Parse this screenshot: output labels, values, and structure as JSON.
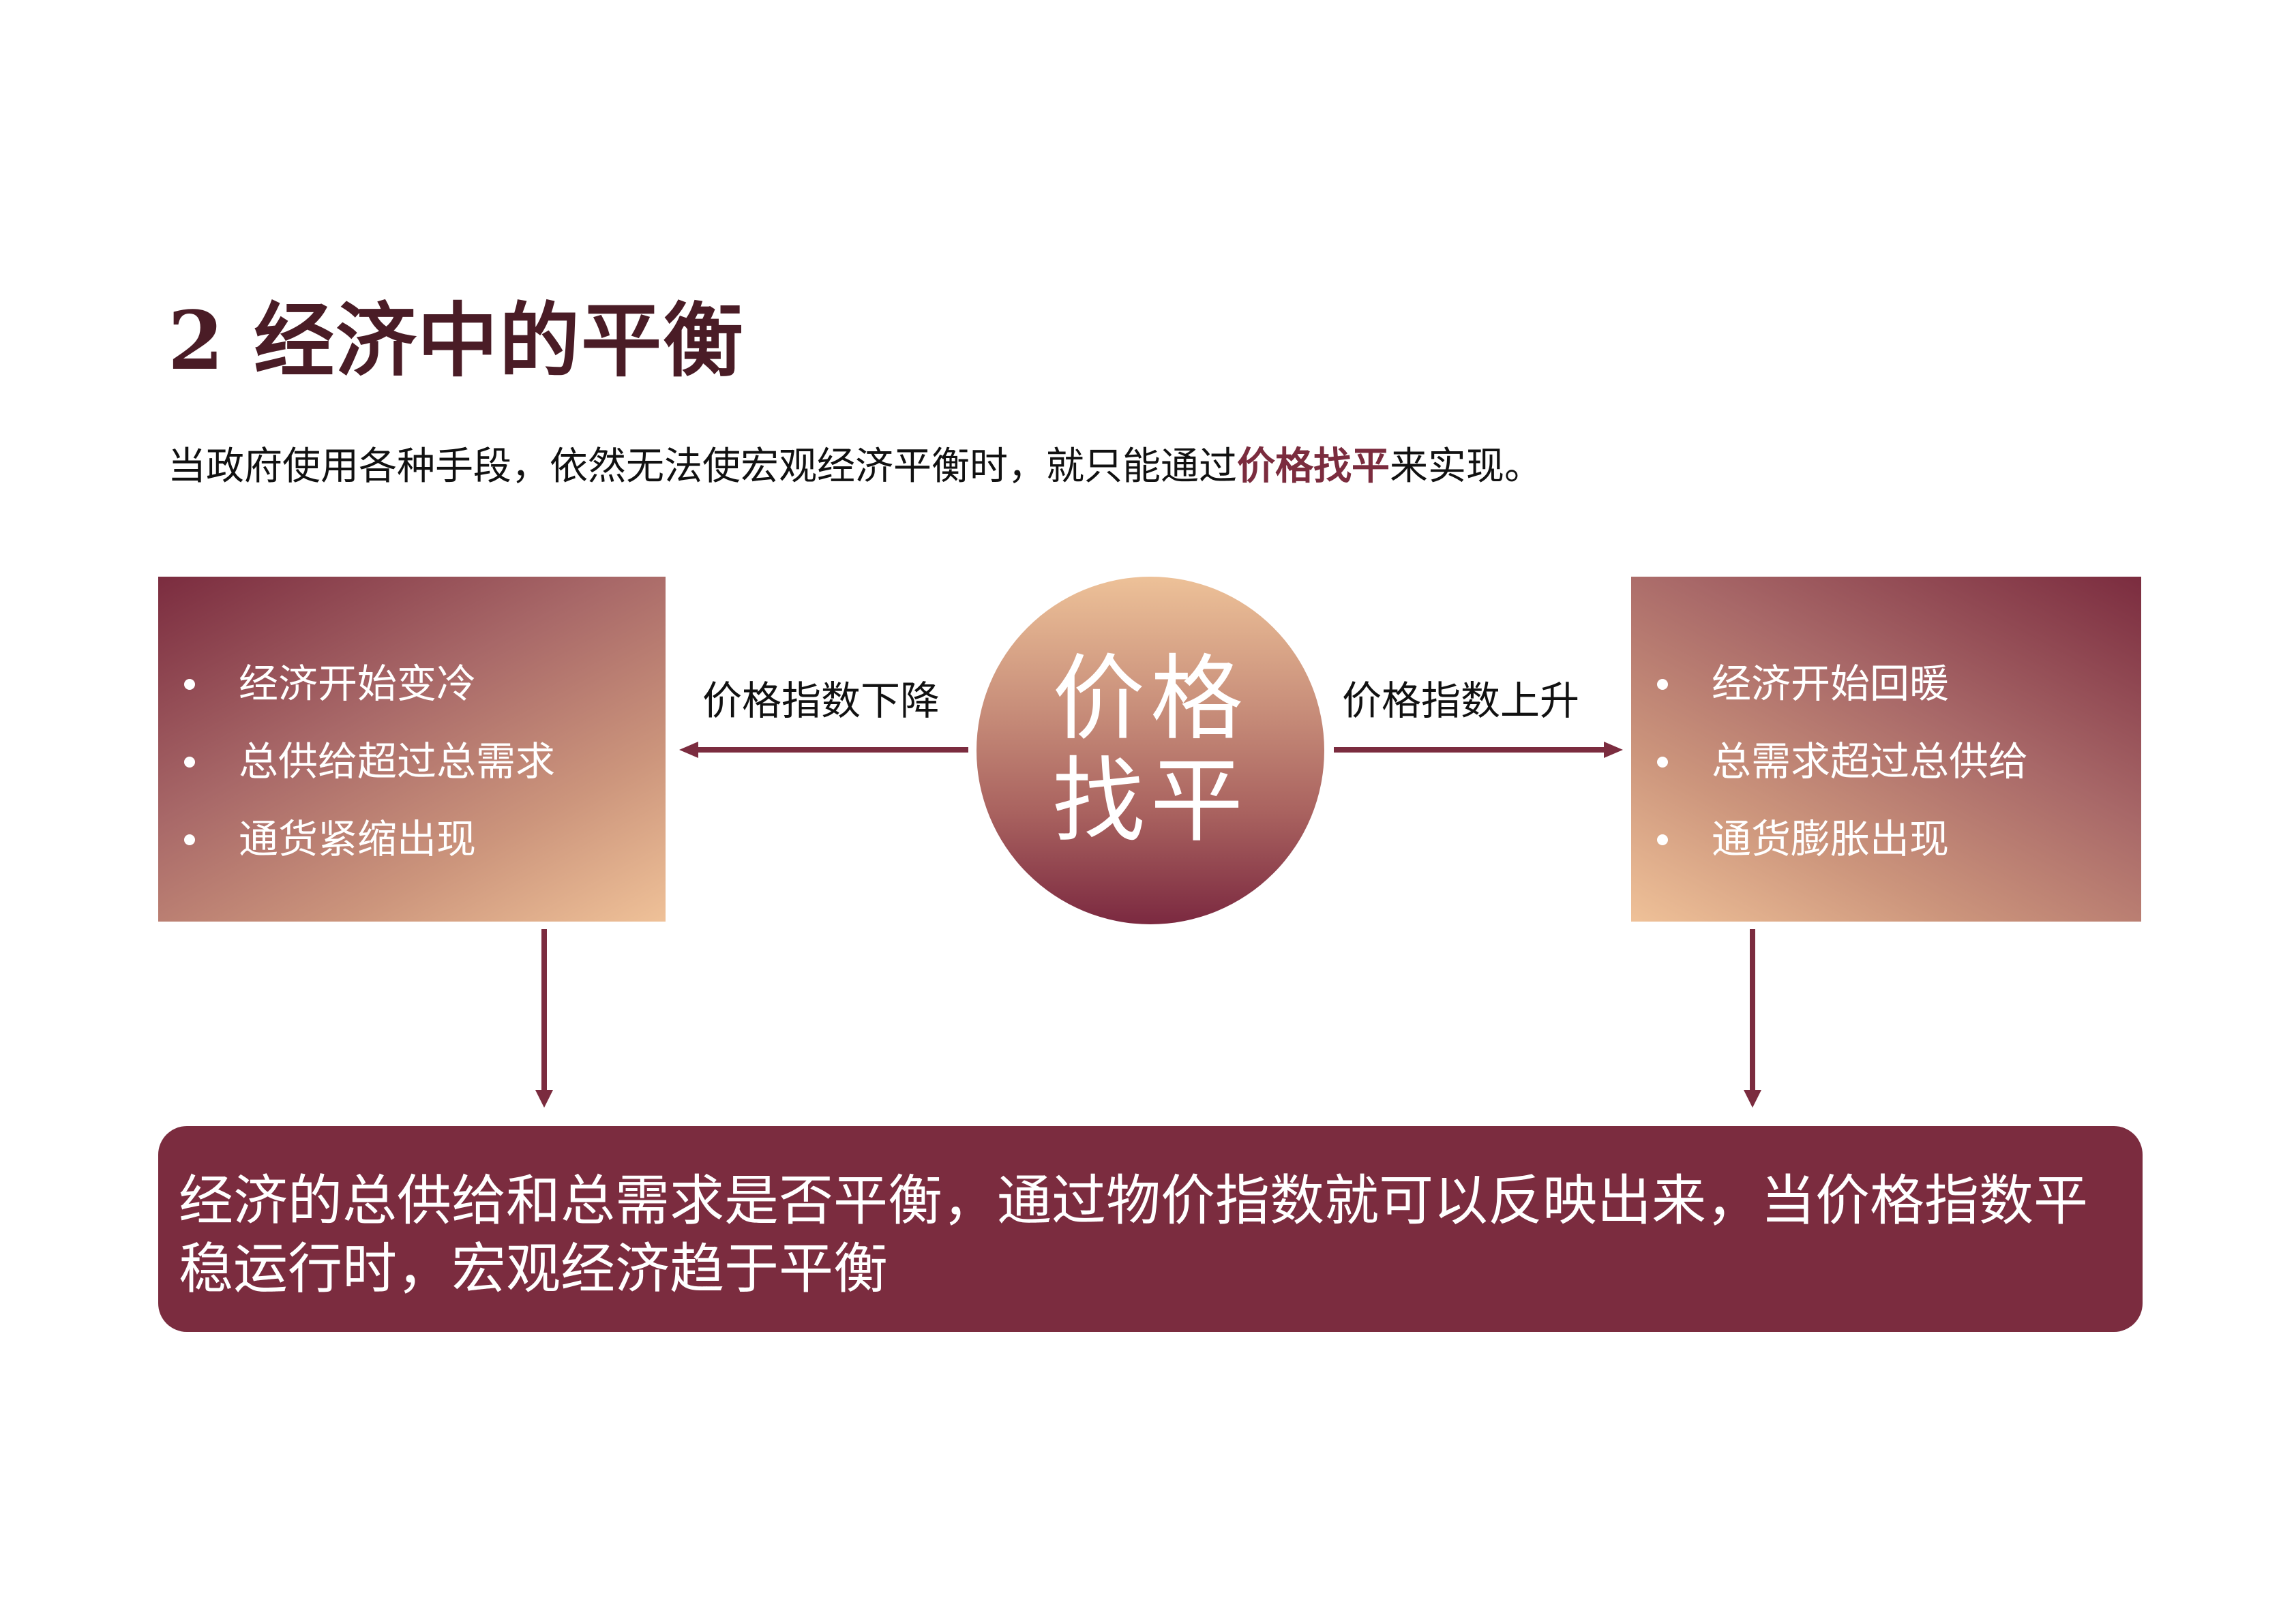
{
  "section": {
    "number": "2",
    "title": "经济中的平衡"
  },
  "intro": {
    "before": "当政府使用各种手段，依然无法使宏观经济平衡时，就只能通过",
    "highlight": "价格找平",
    "after": "来实现。"
  },
  "left_box": {
    "items": [
      {
        "label": "经济开始变冷"
      },
      {
        "label": "总供给超过总需求"
      },
      {
        "label": "通货紧缩出现"
      }
    ]
  },
  "right_box": {
    "items": [
      {
        "label": "经济开始回暖"
      },
      {
        "label": "总需求超过总供给"
      },
      {
        "label": "通货膨胀出现"
      }
    ]
  },
  "center": {
    "line1": "价格",
    "line2": "找平"
  },
  "arrows": {
    "left_label": "价格指数下降",
    "right_label": "价格指数上升"
  },
  "summary": {
    "text": "经济的总供给和总需求是否平衡，通过物价指数就可以反映出来，当价格指数平稳运行时，宏观经济趋于平衡"
  },
  "colors": {
    "primary": "#7b2c3f",
    "title": "#4a1c26",
    "gradient_light": "#efc198",
    "text": "#111111"
  }
}
